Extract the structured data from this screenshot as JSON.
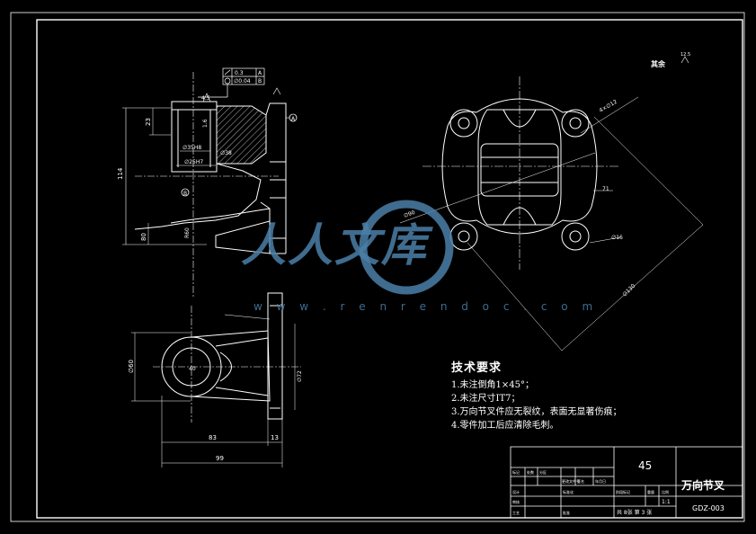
{
  "drawing": {
    "roughness": "其余",
    "roughness_value": "12.5",
    "tolerance_frame": {
      "row1_value": "0.3",
      "row1_datum": "A",
      "row2_value": "∅0.04",
      "row2_datum": "B"
    },
    "dims": {
      "d114": "114",
      "d23": "23",
      "d80": "80",
      "d4_5": "4.5",
      "d1_6": "1.6",
      "d35": "∅35H8",
      "d38": "∅38",
      "d25": "∅25H7",
      "r60": "R60",
      "d90": "∅90",
      "d71": "71",
      "d16": "∅16",
      "d130": "∅130",
      "d_4x": "4×∅12",
      "d72": "∅72",
      "d60": "∅60",
      "d40": "40",
      "d83": "83",
      "d13": "13",
      "d99": "99",
      "label_a": "A",
      "label_b": "B"
    }
  },
  "technical_requirements": {
    "heading": "技术要求",
    "items": [
      "1.未注倒角1×45°；",
      "2.未注尺寸IT7；",
      "3.万向节叉件应无裂纹，表面无显著伤痕；",
      "4.零件加工后应清除毛刺。"
    ]
  },
  "title_block": {
    "material": "45",
    "part_name": "万向节叉",
    "drawing_no": "GDZ-003",
    "scale": "1:1",
    "sheet_info": "共 8张   第 3 张",
    "small_labels": [
      "标记",
      "处数",
      "分区",
      "更改文件号",
      "签名",
      "年月日",
      "设计",
      "标准化",
      "阶段标记",
      "重量",
      "比例",
      "审核",
      "工艺",
      "批准"
    ]
  },
  "watermark": {
    "text": "人人文库",
    "url": "w w w . r e n r e n d o c . c o m"
  },
  "colors": {
    "background": "#000000",
    "lines": "#ffffff",
    "watermark": "#4a7fa8"
  }
}
